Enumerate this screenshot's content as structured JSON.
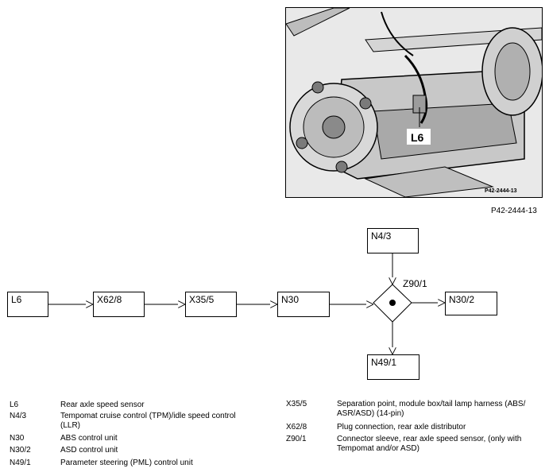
{
  "photo": {
    "callout_label": "L6",
    "photo_code": "P42-2444-13"
  },
  "photo_ref_caption": "P42-2444-13",
  "diagram": {
    "nodes": {
      "l6": "L6",
      "x62_8": "X62/8",
      "x35_5": "X35/5",
      "n30": "N30",
      "n30_2": "N30/2",
      "n4_3": "N4/3",
      "n49_1": "N49/1"
    },
    "connector_label": "Z90/1"
  },
  "legend": {
    "left": [
      {
        "code": "L6",
        "description": "Rear axle speed sensor"
      },
      {
        "code": "N4/3",
        "description": "Tempomat cruise control (TPM)/idle speed control (LLR)"
      },
      {
        "code": "N30",
        "description": "ABS control unit"
      },
      {
        "code": "N30/2",
        "description": "ASD control unit"
      },
      {
        "code": "N49/1",
        "description": "Parameter steering (PML) control unit"
      }
    ],
    "right": [
      {
        "code": "X35/5",
        "description": "Separation point, module box/tail lamp harness (ABS/ ASR/ASD) (14-pin)"
      },
      {
        "code": "X62/8",
        "description": "Plug connection, rear axle distributor"
      },
      {
        "code": "Z90/1",
        "description": "Connector sleeve, rear axle speed sensor, (only with Tempomat and/or ASD)"
      }
    ]
  }
}
